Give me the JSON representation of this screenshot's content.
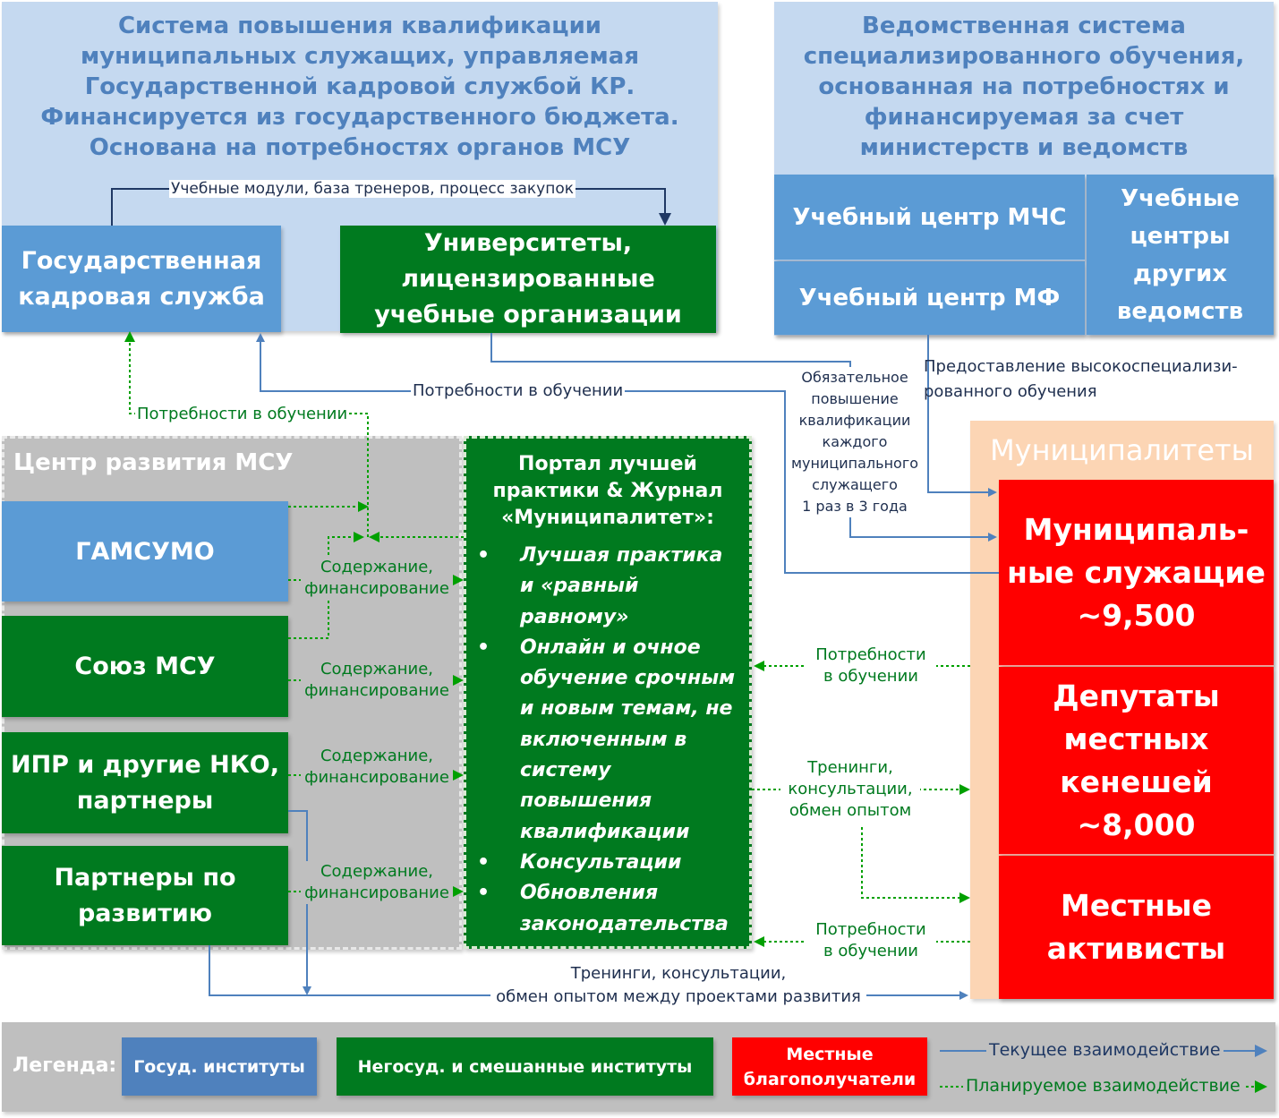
{
  "top_left_panel": {
    "lines": [
      "Система повышения квалификации",
      "муниципальных служащих, управляемая",
      "Государственной кадровой службой КР.",
      "Финансируется из государственного бюджета.",
      "Основана на потребностях органов МСУ"
    ]
  },
  "top_right_panel": {
    "lines": [
      "Ведомственная система",
      "специализированного обучения,",
      "основанная на потребностях и",
      "финансируемая за счет",
      "министерств и ведомств"
    ],
    "center_mchs": "Учебный центр МЧС",
    "center_mf": "Учебный центр МФ",
    "other_centers": [
      "Учебные",
      "центры",
      "других",
      "ведомств"
    ]
  },
  "state_hr_service": [
    "Государственная",
    "кадровая служба"
  ],
  "universities": [
    "Университеты,",
    "лицензированные",
    "учебные организации"
  ],
  "flow_modules": "Учебные модули, база тренеров, процесс закупок",
  "needs_blue": "Потребности в обучении",
  "needs_green_top": "Потребности в обучении",
  "mandatory_training": [
    "Обязательное",
    "повышение",
    "квалификации",
    "каждого",
    "муниципального",
    "служащего",
    "1 раз в 3 года"
  ],
  "specialized_training": [
    "Предоставление высокоспециализи-",
    "рованного обучения"
  ],
  "msu_center": {
    "title": "Центр развития МСУ",
    "gamsumo": "ГАМСУМО",
    "union": "Союз МСУ",
    "ipr": [
      "ИПР и другие НКО,",
      "партнеры"
    ],
    "dev_partners": [
      "Партнеры по",
      "развитию"
    ],
    "support_label": [
      "Содержание,",
      "финансирование"
    ]
  },
  "portal": {
    "title": [
      "Портал лучшей",
      "практики & Журнал",
      "«Муниципалитет»:"
    ],
    "bullets": [
      [
        "Лучшая практика",
        "и «равный",
        "равному»"
      ],
      [
        "Онлайн и очное",
        "обучение срочным",
        "и новым темам, не",
        "включенным в",
        "систему",
        "повышения",
        "квалификации"
      ],
      [
        "Консультации"
      ],
      [
        "Обновления",
        "законодательства"
      ]
    ]
  },
  "municipalities": {
    "title": "Муниципалитеты",
    "servants": [
      "Муниципаль-",
      "ные служащие",
      "~9,500"
    ],
    "deputies": [
      "Депутаты",
      "местных",
      "кенешей",
      "~8,000"
    ],
    "activists": [
      "Местные",
      "активисты"
    ]
  },
  "needs_right_1": [
    "Потребности",
    "в обучении"
  ],
  "needs_right_2": [
    "Потребности",
    "в обучении"
  ],
  "trainings_right": [
    "Тренинги,",
    "консультации,",
    "обмен опытом"
  ],
  "bottom_flow": [
    "Тренинги, консультации,",
    "обмен опытом между проектами развития"
  ],
  "legend": {
    "title": "Легенда:",
    "state": "Госуд. институты",
    "nongov": "Негосуд. и смешанные институты",
    "beneficiaries": [
      "Местные",
      "благополучатели"
    ],
    "current": "Текущее взаимодействие",
    "planned": "Планируемое взаимодействие"
  },
  "colors": {
    "state_blue": "#5b9bd5",
    "nongov_green": "#007a1f",
    "beneficiary_red": "#ff0000",
    "panel_light_blue": "#c5d9f0",
    "header_text_blue": "#4f81bd",
    "grey_center": "#bfbfbf",
    "peach": "#fcd5b4",
    "current_line": "#4f81bd",
    "planned_line": "#00a000"
  }
}
